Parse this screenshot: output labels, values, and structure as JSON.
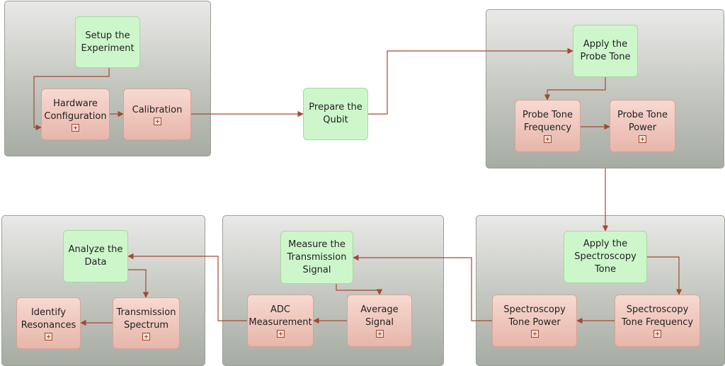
{
  "nodes": {
    "setup": "Setup the\nExperiment",
    "hardware": "Hardware\nConfiguration",
    "calibration": "Calibration",
    "prepare": "Prepare the\nQubit",
    "apply_probe": "Apply the\nProbe Tone",
    "probe_freq": "Probe Tone\nFrequency",
    "probe_power": "Probe Tone\nPower",
    "apply_spec": "Apply the\nSpectroscopy\nTone",
    "spec_freq": "Spectroscopy\nTone Frequency",
    "spec_power": "Spectroscopy\nTone Power",
    "measure": "Measure the\nTransmission\nSignal",
    "average": "Average\nSignal",
    "adc": "ADC\nMeasurement",
    "analyze": "Analyze the\nData",
    "transmission": "Transmission\nSpectrum",
    "identify": "Identify\nResonances"
  },
  "colors": {
    "edge": "#a34a2c",
    "group_top": "#e9e9e7",
    "group_bottom": "#a6aca3",
    "green_fill": "#cdf7cb",
    "red_fill": "#e7b6aa"
  }
}
